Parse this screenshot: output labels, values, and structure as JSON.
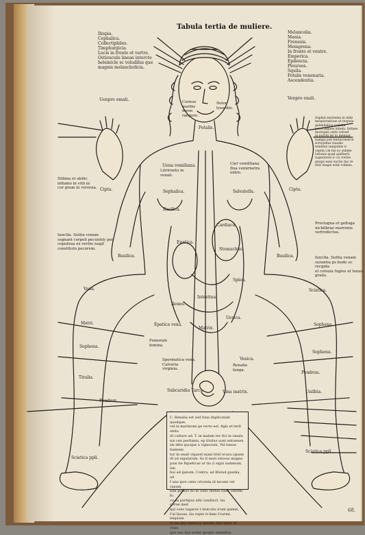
{
  "page": {
    "title": "Tabula tertia de muliere.",
    "top_left_labels": [
      "Iliupia.",
      "Cephalica.",
      "Collectiphiles.",
      "Timphurgicia.",
      "Lucis in fronte et vertre.",
      "Ostiouculo lineae intercte",
      "heleinicle sc voludilus que",
      "magnis melancholicia."
    ],
    "top_right_labels": [
      "Melancolia.",
      "Mania.",
      "Frenesis.",
      "Memgrena.",
      "In fronte et ventre.",
      "Emperica.",
      "Epilencia.",
      "Pleureos.",
      "Squila.",
      "Fotalis venenaria.",
      "Ascendentia."
    ],
    "head_labels": {
      "left_eye": "Cornue\nmorbis\nmeon\nrangore.",
      "right_eye": "Dolor\nlyeordie.",
      "neck": "Fotalis."
    },
    "body_labels": [
      "Uena vemiliana.",
      "Litrirontu in\nvenali.",
      "Cier vemilliana\nIlua vemirnetra\nenhis.",
      "Sephalica.",
      "Salvatella.",
      "Basilica.",
      "Cardiaca.",
      "Epatica.",
      "Stomachus.",
      "Intestina.",
      "Splen.",
      "Renes.",
      "Uesica.",
      "Matrix.",
      "Epatica vena.",
      "Spermatica vena.\nCalvaria\nvirginia.",
      "Vesica.",
      "Vina matrix.",
      "Renalia\nfanga.",
      "Femorale\nfemina.",
      "Subcuridia Tarca."
    ],
    "side_labels_left": [
      "Uenpro emali.",
      "Sillima et ubilic\ninflamo in vitii in\ncor gram in verrena.",
      "Cipta.",
      "Iunctla. Suttia venam\nssgnant corpoli pecsishly per\ncopuloua ex vertre negil\nconstituto pecorum.",
      "Basilica.",
      "Vena.",
      "Matri.",
      "Sophena.",
      "Tiralia.",
      "Pendron.",
      "Sciatica ppli."
    ],
    "side_labels_right": [
      "Venpro enali.",
      "Sephal exstrema in mile\nmrspurtatione et tespelo\ngalendalice vadulta\npervi fligues inhelu. Intlaes\nmorsipes osite volveit\nin nutriti de to menuar\nnumpa sed tentuvonerce\nscrtcpillas riaudio\ntendens sanguinis ic\ncepita i.m bis ec subme\nlutionis qoad quiiberti\nsuperiores ic ca cortisi\ngaupa esse suctio ma ve\nmiri magis estis valmas.",
      "Cipta.",
      "Proclugna et gelluga\nnichilbrae marrenis\nvertrofectus.",
      "Iunctla. Suttia venam\nsurantia ps bodo ec recgida\net colsula fugies ul tenuo gratis.",
      "Basilica.",
      "Sciatica.",
      "Sophena.",
      "Sophena.",
      "Pendron.",
      "Unilbia.",
      "Sciatica ppli."
    ],
    "bottom_box_text": "C. Renalia est sed fona duplicatam quodque,\nvel in marinone pe recte est, figis et terit obita\nitl culture ad. T. in malem ter fici in omala\nnis cen perfumis, ep titulus uuni entuenen\nsis titte quoque a vignorum. Tel lomoe fumrem\ntur in unali viquest mani titul ecura (quam\nitl ad eigularum. So fi mati otiosus magna\npuis ite fiqueticas ut tiu (i sigui summum, iim\nhui ad ijanum. Contra. ad Illuiud gaudia, ad\nf une ipre celei cricenta id incomi vel ranum\nnibi ponuis no in uunc menia tales obtemi fu\nco ea partipus sibi cuniliuct, tiu\ncortei dest\nqul conv lugaros t leutculu icum qumin.\nI'ul Ijuoas, tiu ropte it ibmi Crarmi, leiquum\nin tos pro lumoe ir arseno fitis lepor ia ctuis\nquo suo ilus sotiet gauplo ommillos.",
    "page_number": "68."
  }
}
